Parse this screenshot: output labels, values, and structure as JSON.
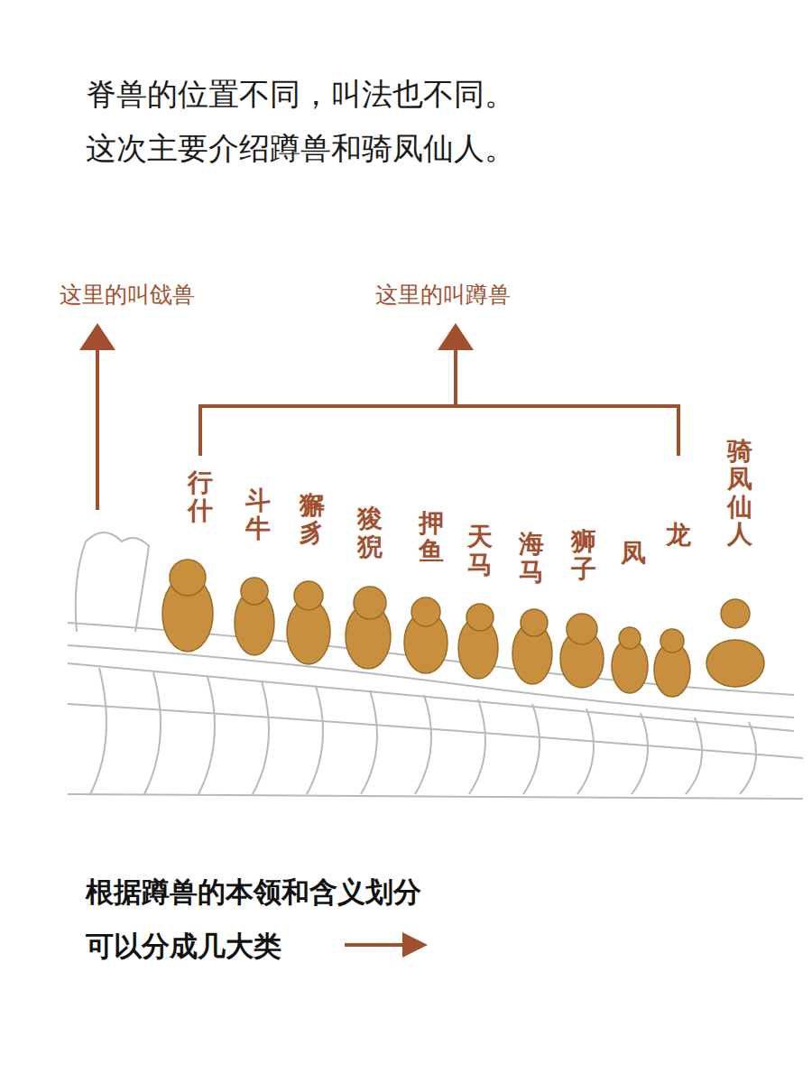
{
  "diagram": {
    "labels": [
      "脊兽的位置不同，叫法也不同。",
      "这次主要介绍蹲兽和骑凤仙人。",
      "这里的叫戗兽",
      "这里的叫蹲兽",
      "行什",
      "斗牛",
      "獬豸",
      "狻猊",
      "押鱼",
      "天马",
      "海马",
      "狮子",
      "凤",
      "龙",
      "骑凤仙人",
      "根据蹲兽的本领和含义划分",
      "可以分成几大类"
    ]
  }
}
